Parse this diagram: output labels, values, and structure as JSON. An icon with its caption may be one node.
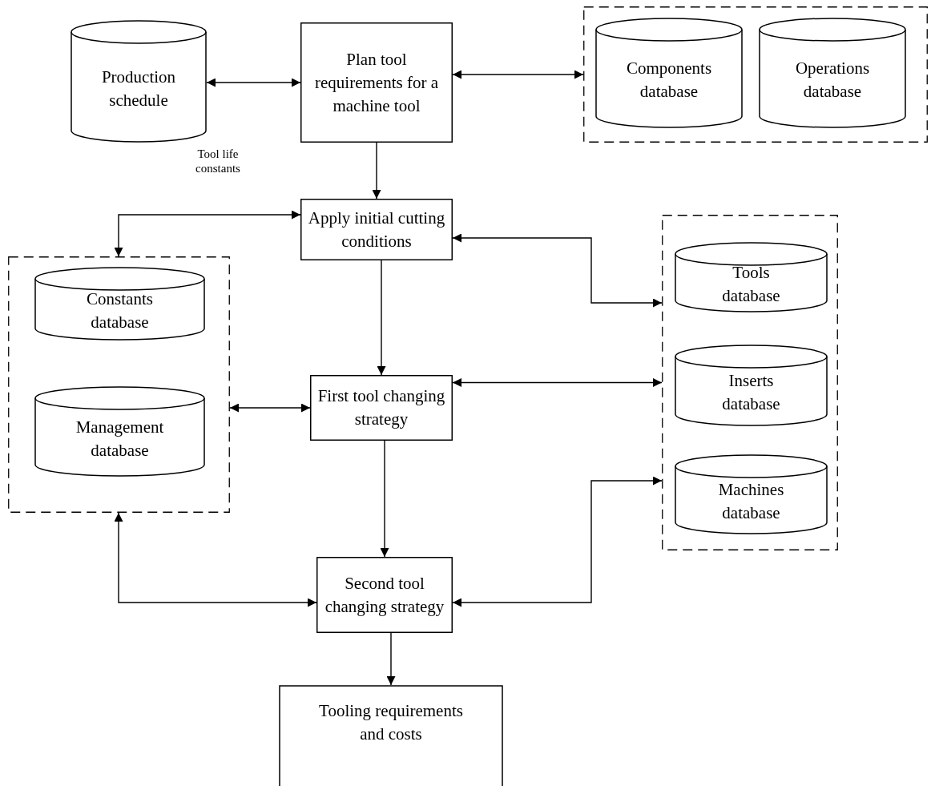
{
  "diagram": {
    "nodes": [
      {
        "text": [
          "Production schedule"
        ]
      },
      {
        "text": [
          "Plan tool requirements for a machine tool"
        ]
      },
      {
        "text": [],
        "shape": "box"
      },
      {
        "text": [
          "Components database"
        ],
        "in": 2
      },
      {
        "text": [
          "Operations database"
        ],
        "in": 2
      },
      {
        "text": [
          "Apply initial cutting conditions"
        ]
      },
      {
        "text": [],
        "shape": "box"
      },
      {
        "text": [
          "Constants database"
        ],
        "in": 6
      },
      {
        "text": [
          "Management database"
        ],
        "in": 6
      },
      {
        "text": [
          "First tool changing strategy"
        ]
      },
      {
        "text": [],
        "shape": "box"
      },
      {
        "text": [
          "Tools database"
        ],
        "in": 10
      },
      {
        "text": [
          "Inserts database"
        ],
        "in": 10
      },
      {
        "text": [
          "Machines database"
        ],
        "in": 10
      },
      {
        "text": [
          "Second tool changing strategy"
        ]
      },
      {
        "text": [
          "Tooling requirements and costs"
        ]
      }
    ],
    "edges": [
      {
        "from": 0,
        "to": 1,
        "arrow": "both"
      },
      {
        "from": 1,
        "to": 2,
        "arrow": "both"
      },
      {
        "from": 1,
        "to": 5,
        "arrow": "to"
      },
      {
        "from": 5,
        "to": 10,
        "arrow": "both"
      },
      {
        "from": 5,
        "to": 6,
        "arrow": "both",
        "label": "Tool life constants"
      },
      {
        "from": 5,
        "to": 9,
        "arrow": "to"
      },
      {
        "from": 6,
        "to": 9,
        "arrow": "both"
      },
      {
        "from": 9,
        "to": 10,
        "arrow": "both"
      },
      {
        "from": 9,
        "to": 14,
        "arrow": "to"
      },
      {
        "from": 14,
        "to": 6,
        "arrow": "both"
      },
      {
        "from": 14,
        "to": 10,
        "arrow": "both"
      },
      {
        "from": 14,
        "to": 15,
        "arrow": "to"
      }
    ]
  }
}
